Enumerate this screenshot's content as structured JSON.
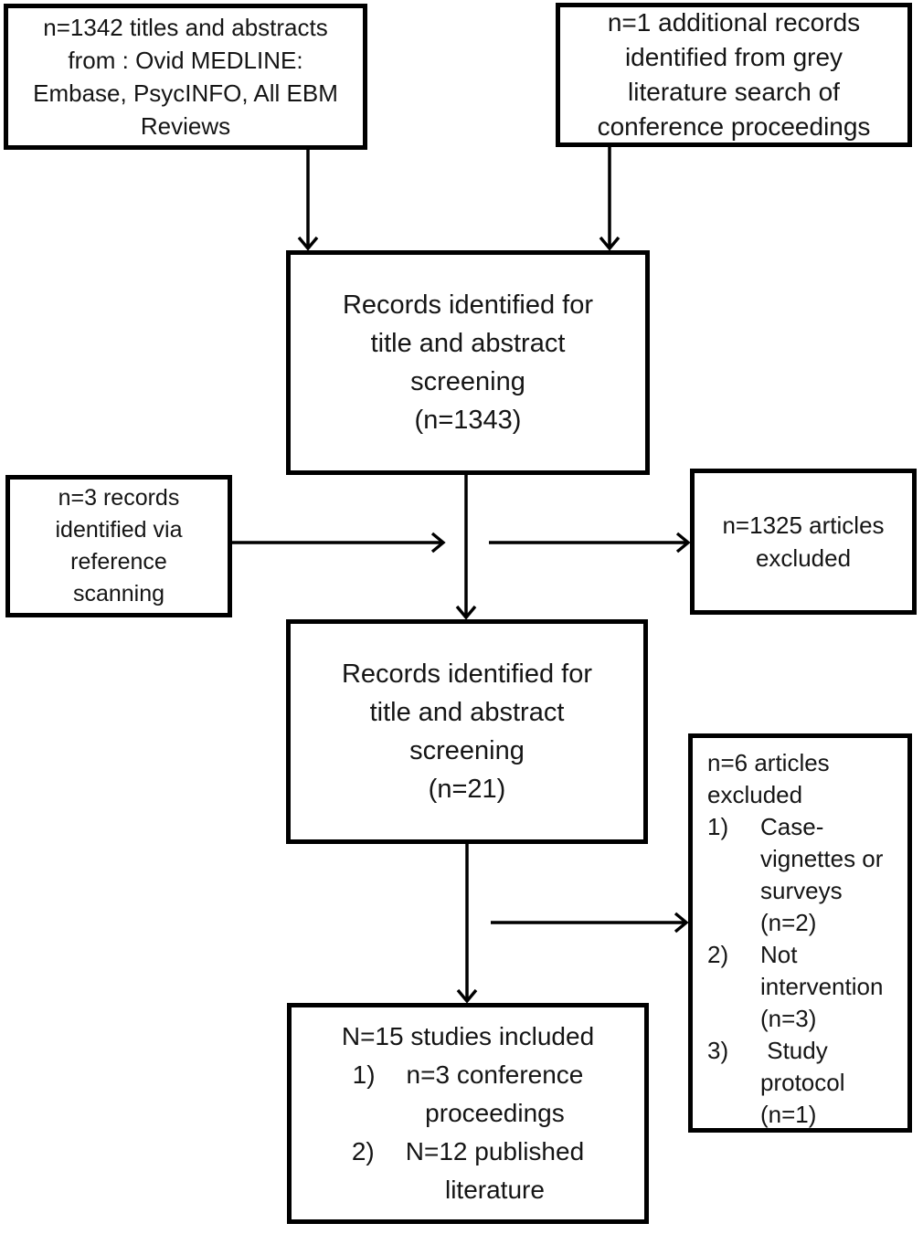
{
  "figure": {
    "type": "prisma-flow-diagram",
    "background_color": "#ffffff",
    "box_border_color": "#000000",
    "text_color": "#151515"
  },
  "boxes": {
    "sources": {
      "text": "n=1342 titles and abstracts\nfrom : Ovid MEDLINE:\nEmbase, PsycINFO, All EBM\nReviews"
    },
    "grey_literature": {
      "text": "n=1 additional records\nidentified from grey\nliterature search of\nconference proceedings"
    },
    "screening_initial": {
      "text": "Records identified for\ntitle and abstract\nscreening\n(n=1343)"
    },
    "reference_scanning": {
      "text": "n=3 records\nidentified via\nreference\nscanning"
    },
    "excluded_titles": {
      "text": "n=1325 articles\nexcluded"
    },
    "screening_fulltext": {
      "text": "Records identified for\ntitle and abstract\nscreening\n(n=21)"
    },
    "excluded_articles": {
      "title": "n=6 articles\nexcluded",
      "items": [
        {
          "num": "1)",
          "text": "Case-\nvignettes or\nsurveys\n(n=2)"
        },
        {
          "num": "2)",
          "text": "Not\nintervention\n(n=3)"
        },
        {
          "num": "3)",
          "text": " Study\nprotocol\n(n=1)"
        }
      ]
    },
    "included_studies": {
      "title": "N=15 studies included",
      "items": [
        {
          "num": "1)",
          "text": "n=3 conference\nproceedings"
        },
        {
          "num": "2)",
          "text": "N=12 published\nliterature"
        }
      ]
    }
  }
}
